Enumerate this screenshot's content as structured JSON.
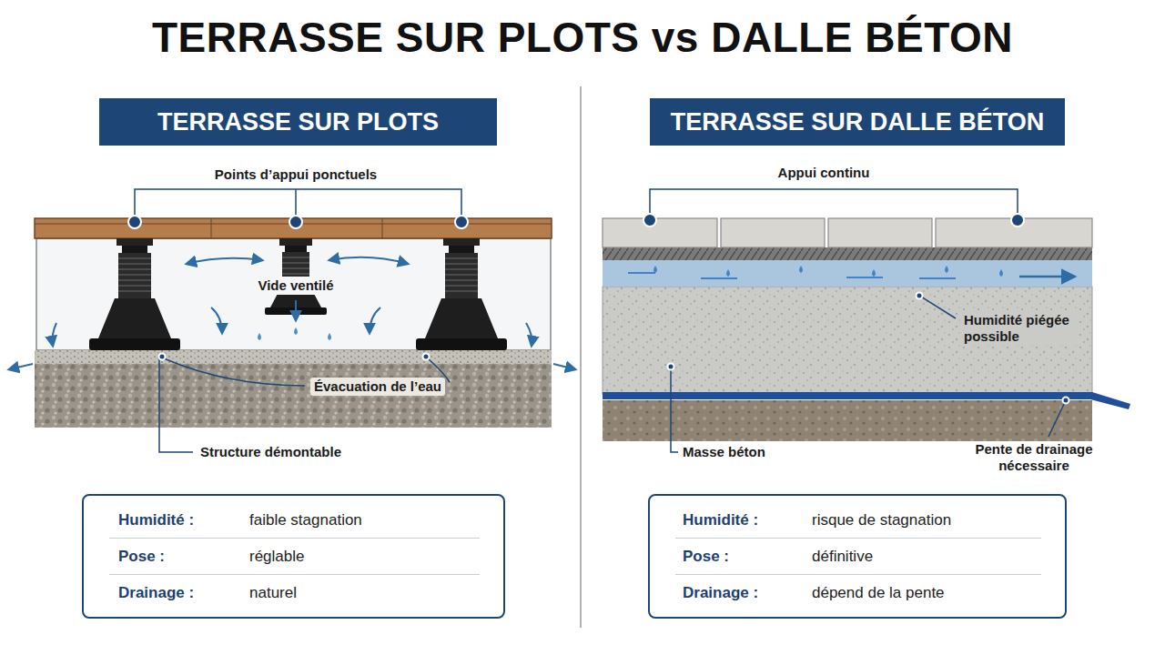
{
  "diagram": {
    "title": "TERRASSE SUR PLOTS vs DALLE BÉTON",
    "nodes": [
      {
        "text": [
          "TERRASSE SUR PLOTS"
        ]
      },
      {
        "text": [
          "TERRASSE SUR DALLE BÉTON"
        ]
      },
      {
        "text": [
          "Humidité :",
          "faible stagnation",
          "Pose :",
          "réglable",
          "Drainage :",
          "naturel"
        ]
      },
      {
        "text": [
          "Humidité :",
          "risque de stagnation",
          "Pose :",
          "définitive",
          "Drainage :",
          "dépend de la pente"
        ]
      }
    ],
    "edges": [],
    "labels": [
      "Points d’appui ponctuels",
      "Vide ventilé",
      "Évacuation de l’eau",
      "Structure démontable",
      "Appui continu",
      "Humidité piégée possible",
      "Masse béton",
      "Pente de drainage nécessaire"
    ]
  }
}
